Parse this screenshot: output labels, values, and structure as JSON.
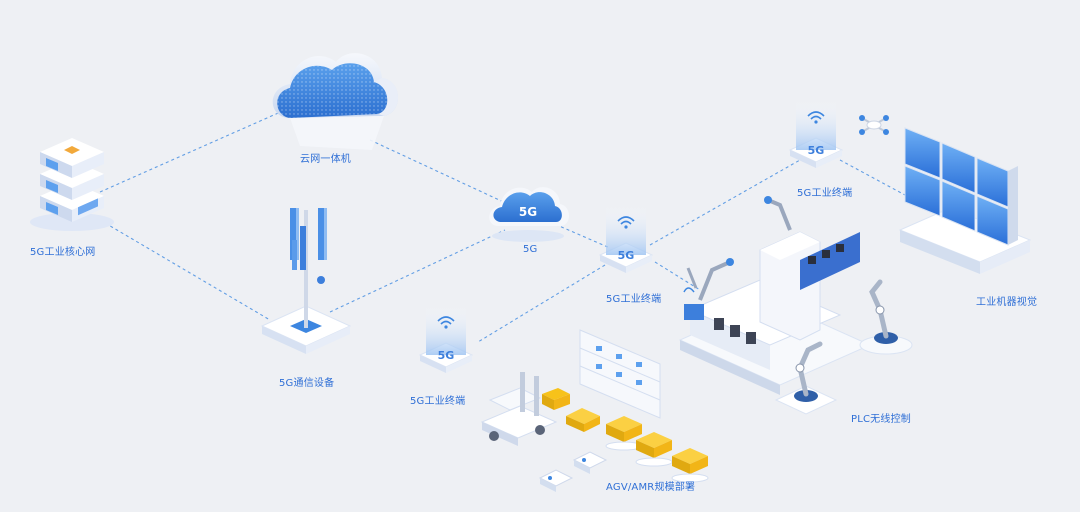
{
  "labels": {
    "core_network": "5G工业核心网",
    "cloud_network": "云网一体机",
    "comm_equipment": "5G通信设备",
    "fiveg_cloud": "5G",
    "terminal_top": "5G工业终端",
    "terminal_mid": "5G工业终端",
    "terminal_left": "5G工业终端",
    "machine_vision": "工业机器视觉",
    "plc_control": "PLC无线控制",
    "agv_amr": "AGV/AMR规模部署"
  },
  "badges": {
    "fiveg": "5G"
  },
  "colors": {
    "background": "#eef0f4",
    "accent": "#2f6fd6",
    "cloud_blue": "#3d86e0",
    "dashed_line": "#4a90e2",
    "cargo_yellow": "#f7c21a"
  }
}
